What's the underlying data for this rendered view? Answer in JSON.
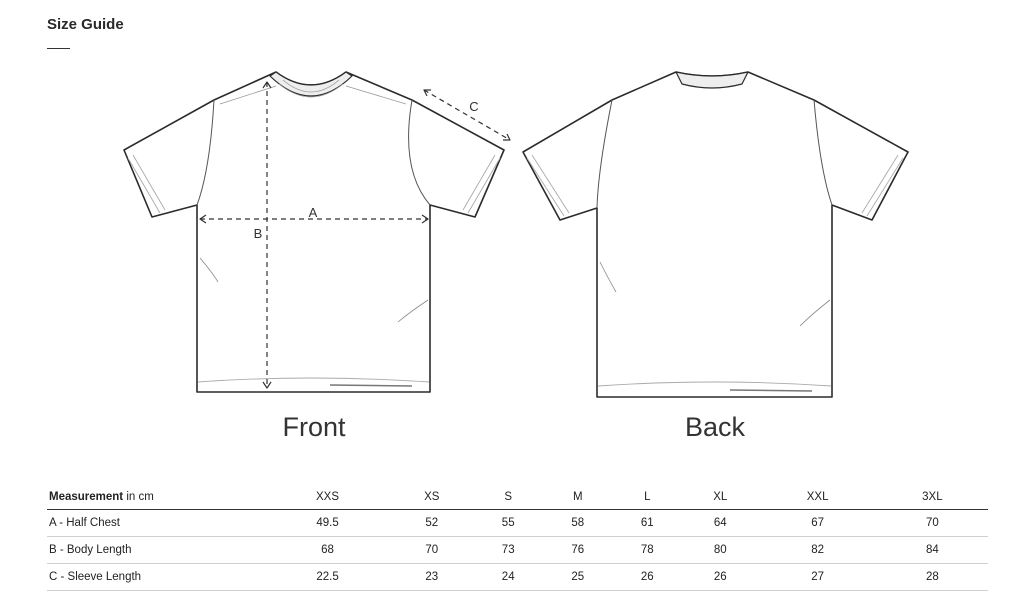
{
  "page": {
    "title": "Size Guide"
  },
  "illustration": {
    "front_label": "Front",
    "back_label": "Back",
    "dims": {
      "a": "A",
      "b": "B",
      "c": "C"
    }
  },
  "table": {
    "header": {
      "measurement": "Measurement",
      "unit": " in cm"
    },
    "sizes": [
      "XXS",
      "XS",
      "S",
      "M",
      "L",
      "XL",
      "XXL",
      "3XL"
    ],
    "rows": [
      {
        "label": "A - Half Chest",
        "values": [
          "49.5",
          "52",
          "55",
          "58",
          "61",
          "64",
          "67",
          "70"
        ]
      },
      {
        "label": "B - Body Length",
        "values": [
          "68",
          "70",
          "73",
          "76",
          "78",
          "80",
          "82",
          "84"
        ]
      },
      {
        "label": "C - Sleeve Length",
        "values": [
          "22.5",
          "23",
          "24",
          "25",
          "26",
          "26",
          "27",
          "28"
        ]
      }
    ]
  }
}
